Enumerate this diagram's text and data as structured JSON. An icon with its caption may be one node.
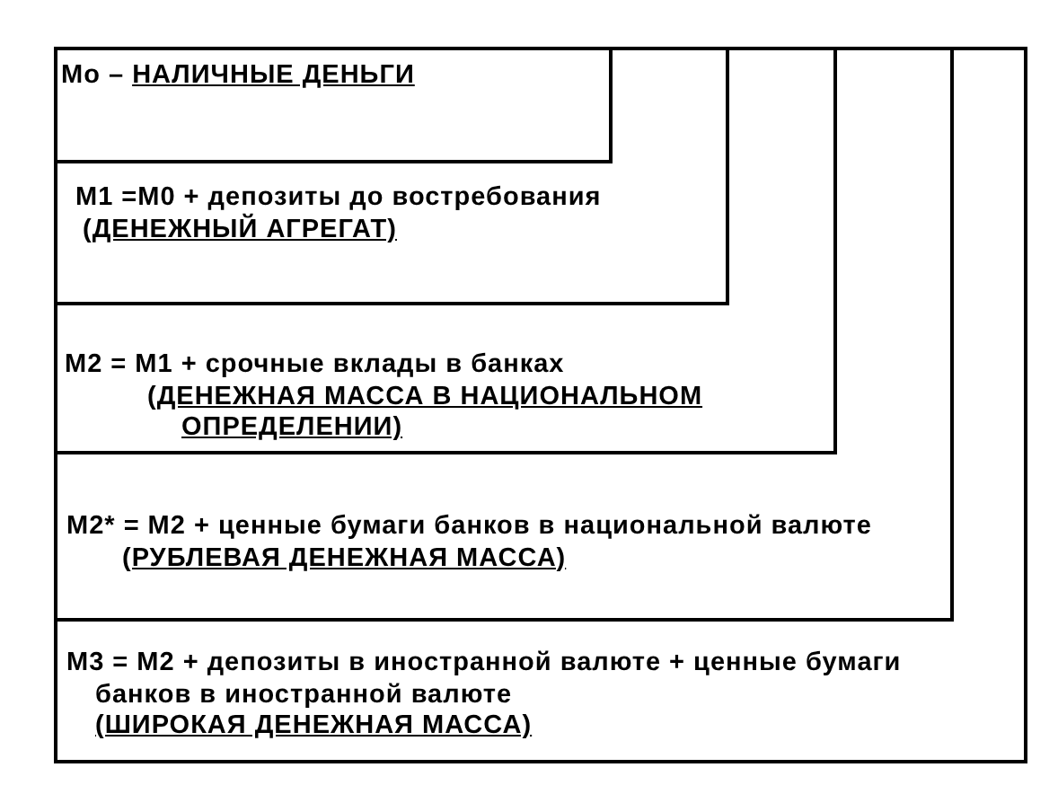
{
  "diagram": {
    "nodes": [
      {
        "text": [
          "M3 = M2 + депозиты в иностранной валюте + ценные бумаги банков в иностранной валюте",
          "(ШИРОКАЯ ДЕНЕЖНАЯ МАССА)"
        ]
      },
      {
        "text": [
          "M2* = M2 + ценные бумаги банков в национальной валюте",
          "(РУБЛЕВАЯ ДЕНЕЖНАЯ МАССА)"
        ],
        "in": 0
      },
      {
        "text": [
          "M2 = M1 + срочные вклады в банках",
          "(ДЕНЕЖНАЯ МАССА В НАЦИОНАЛЬНОМ ОПРЕДЕЛЕНИИ)"
        ],
        "in": 1
      },
      {
        "text": [
          "M1 =M0 + депозиты до востребования",
          "(ДЕНЕЖНЫЙ АГРЕГАТ)"
        ],
        "in": 2
      },
      {
        "text": [
          "Mo –",
          "НАЛИЧНЫЕ ДЕНЬГИ"
        ],
        "in": 3
      }
    ]
  }
}
